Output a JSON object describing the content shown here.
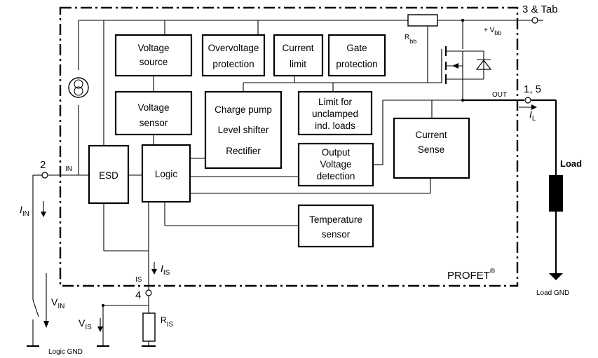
{
  "blocks": {
    "voltage_source": [
      "Voltage",
      "source"
    ],
    "overvoltage_protection": [
      "Overvoltage",
      "protection"
    ],
    "current_limit": [
      "Current",
      "limit"
    ],
    "gate_protection": [
      "Gate",
      "protection"
    ],
    "voltage_sensor": [
      "Voltage",
      "sensor"
    ],
    "charge_pump": [
      "Charge pump",
      "Level shifter",
      "Rectifier"
    ],
    "limit_unclamped": [
      "Limit for",
      "unclamped",
      "ind. loads"
    ],
    "esd": [
      "ESD"
    ],
    "logic": [
      "Logic"
    ],
    "output_voltage_detection": [
      "Output",
      "Voltage",
      "detection"
    ],
    "current_sense": [
      "Current",
      "Sense"
    ],
    "temperature_sensor": [
      "Temperature",
      "sensor"
    ]
  },
  "pins": {
    "tab": "3 & Tab",
    "out": "1, 5",
    "in": "2",
    "is": "4"
  },
  "labels": {
    "vbb_plus": "+ V",
    "vbb_sub": "bb",
    "rbb": "R",
    "rbb_sub": "bb",
    "out": "OUT",
    "in": "IN",
    "is": "IS",
    "il": "I",
    "il_sub": "L",
    "iin": "I",
    "iin_sub": "IN",
    "iis": "I",
    "iis_sub": "IS",
    "vin": "V",
    "vin_sub": "IN",
    "vis": "V",
    "vis_sub": "IS",
    "ris": "R",
    "ris_sub": "IS",
    "load": "Load",
    "load_gnd": "Load GND",
    "logic_gnd": "Logic GND",
    "profet": "PROFET",
    "registered": "®"
  }
}
